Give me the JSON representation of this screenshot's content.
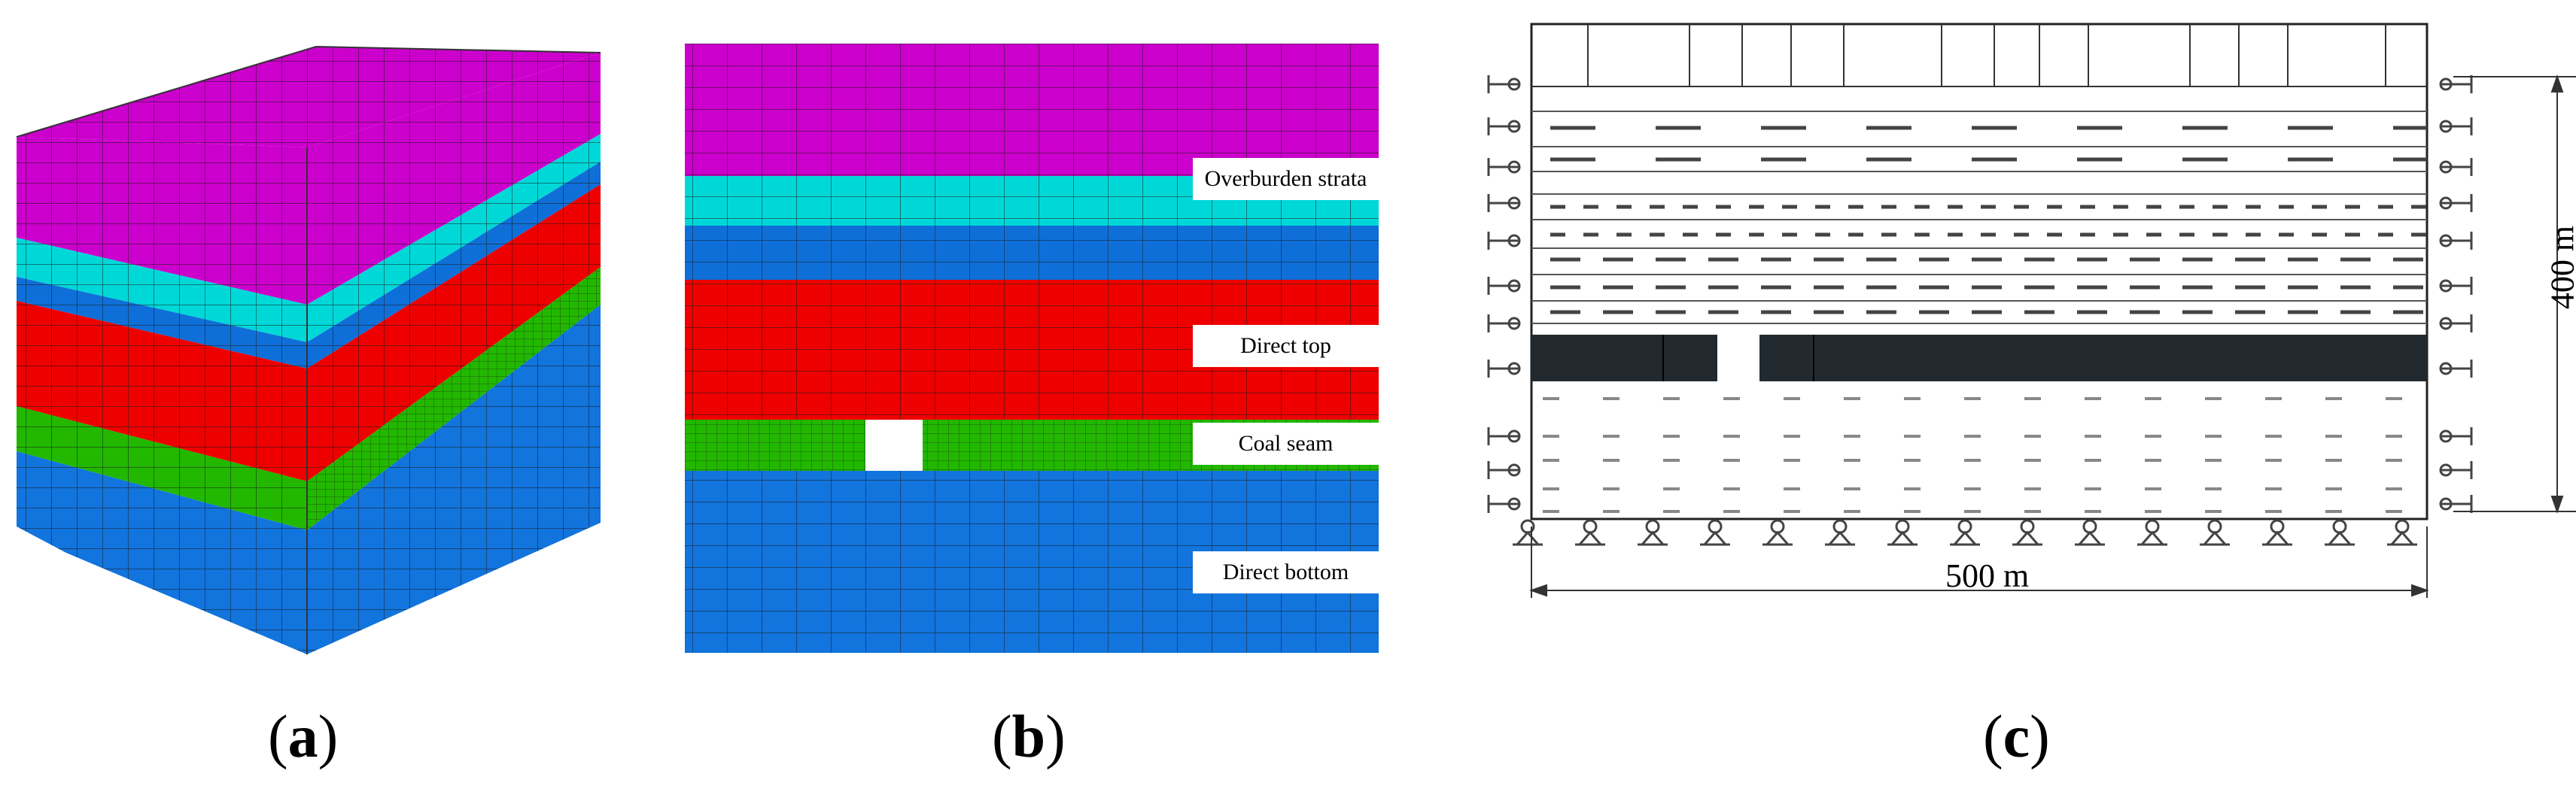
{
  "panels": {
    "a": {
      "caption_open": "(",
      "caption_letter": "a",
      "caption_close": ")",
      "layers_top_to_bottom": [
        "overburden",
        "overburden-fine",
        "roof-upper",
        "direct-top",
        "coal-seam",
        "direct-bottom"
      ]
    },
    "b": {
      "caption_open": "(",
      "caption_letter": "b",
      "caption_close": ")",
      "labels": {
        "overburden": "Overburden strata",
        "direct_top": "Direct top",
        "coal_seam": "Coal seam",
        "direct_bottom": "Direct bottom"
      }
    },
    "c": {
      "caption_open": "(",
      "caption_letter": "c",
      "caption_close": ")",
      "width_label": "500 m",
      "height_label": "400 m"
    }
  },
  "colors": {
    "overburden": "#cc00cc",
    "overburden_fine": "#00d8d8",
    "roof_upper": "#0f6fd8",
    "direct_top": "#ee0000",
    "coal_seam": "#22b800",
    "direct_bottom": "#1274dd",
    "mesh_line": "#1a1a1a",
    "goaf": "#ffffff",
    "coal_dark": "#222a30"
  }
}
